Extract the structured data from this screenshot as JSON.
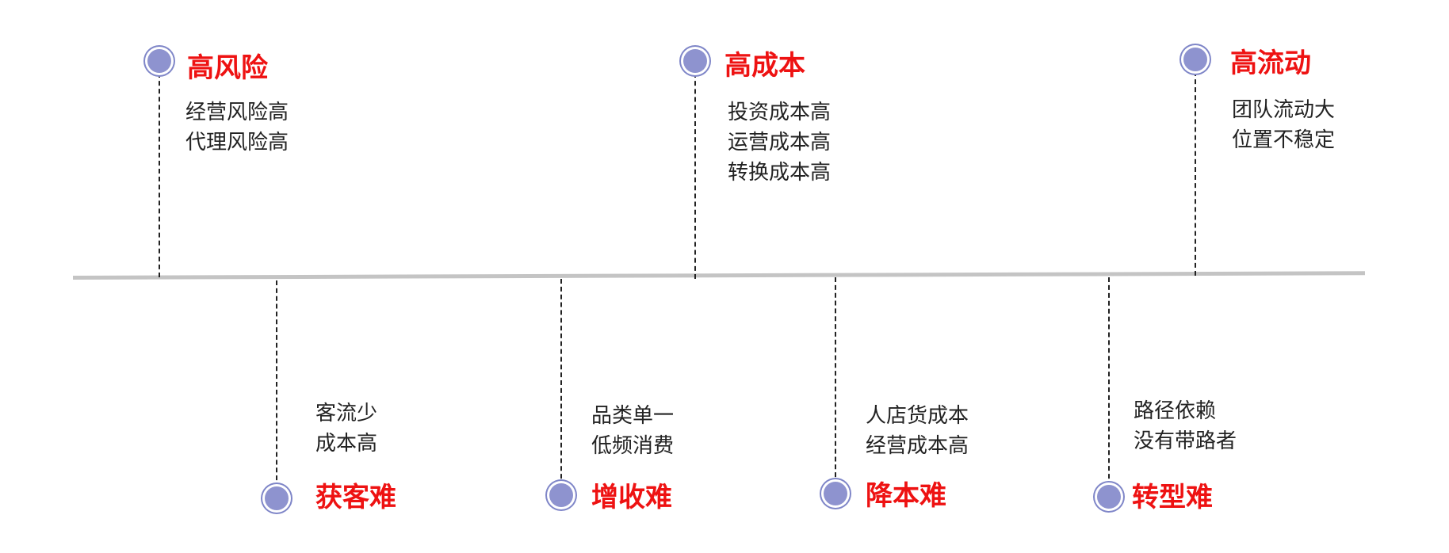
{
  "colors": {
    "title": "#ee1212",
    "node": "#8e93cf",
    "line": "#c4c4c4",
    "text": "#222222"
  },
  "events": [
    {
      "id": "high-risk",
      "title": "高风险",
      "lines": [
        "经营风险高",
        "代理风险高"
      ]
    },
    {
      "id": "customer-acquisition",
      "title": "获客难",
      "lines": [
        "客流少",
        "成本高"
      ]
    },
    {
      "id": "revenue-growth",
      "title": "增收难",
      "lines": [
        "品类单一",
        "低频消费"
      ]
    },
    {
      "id": "high-cost",
      "title": "高成本",
      "lines": [
        "投资成本高",
        "运营成本高",
        "转换成本高"
      ]
    },
    {
      "id": "cost-reduction",
      "title": "降本难",
      "lines": [
        "人店货成本",
        "经营成本高"
      ]
    },
    {
      "id": "transformation",
      "title": "转型难",
      "lines": [
        "路径依赖",
        "没有带路者"
      ]
    },
    {
      "id": "high-turnover",
      "title": "高流动",
      "lines": [
        "团队流动大",
        "位置不稳定"
      ]
    }
  ]
}
